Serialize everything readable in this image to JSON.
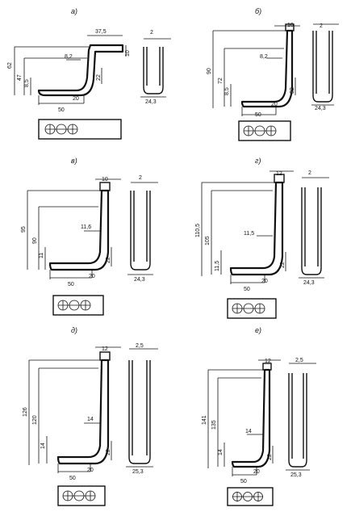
{
  "panels": {
    "a": {
      "label": "а)",
      "dims": [
        "62",
        "47",
        "37,5",
        "8,2",
        "8,5",
        "22",
        "10",
        "50",
        "20",
        "2",
        "24,3"
      ]
    },
    "b": {
      "label": "б)",
      "dims": [
        "90",
        "72",
        "8,2",
        "8,5",
        "32",
        "50",
        "20",
        "10",
        "2",
        "24,3"
      ]
    },
    "v": {
      "label": "в)",
      "dims": [
        "95",
        "90",
        "11,6",
        "11",
        "22",
        "50",
        "20",
        "10",
        "2",
        "24,3"
      ]
    },
    "g": {
      "label": "г)",
      "dims": [
        "110,5",
        "105",
        "11,5",
        "11,5",
        "22",
        "50",
        "20",
        "12",
        "2",
        "24,3"
      ]
    },
    "d": {
      "label": "д)",
      "dims": [
        "126",
        "120",
        "14",
        "14",
        "22",
        "50",
        "20",
        "12",
        "2,5",
        "25,3"
      ]
    },
    "e": {
      "label": "е)",
      "dims": [
        "141",
        "135",
        "14",
        "14",
        "22",
        "50",
        "20",
        "12",
        "2,5",
        "25,3"
      ]
    }
  }
}
